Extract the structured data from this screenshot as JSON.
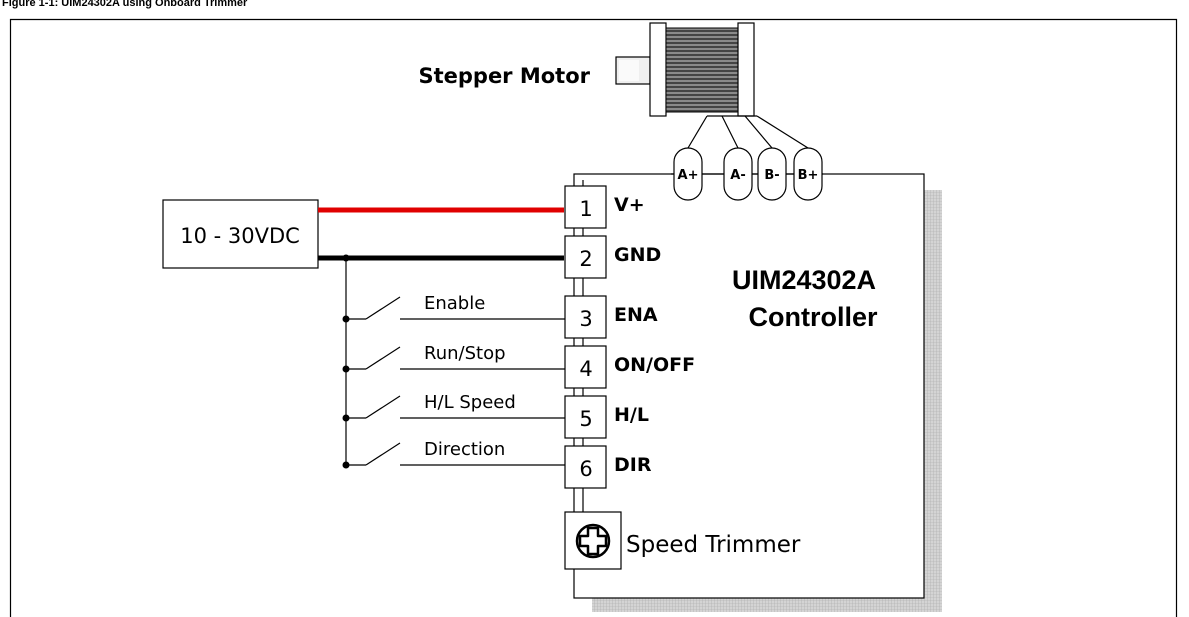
{
  "figure": {
    "caption": "Figure 1-1: UIM24302A using Onboard Trimmer"
  },
  "motor": {
    "label": "Stepper Motor",
    "phases": [
      "A+",
      "A-",
      "B-",
      "B+"
    ]
  },
  "supply": {
    "label": "10 - 30VDC"
  },
  "controller": {
    "name_line1": "UIM24302A",
    "name_line2": "Controller",
    "trimmer_label": "Speed Trimmer"
  },
  "terminals": [
    {
      "number": "1",
      "label": "V+"
    },
    {
      "number": "2",
      "label": "GND"
    },
    {
      "number": "3",
      "label": "ENA"
    },
    {
      "number": "4",
      "label": "ON/OFF"
    },
    {
      "number": "5",
      "label": "H/L"
    },
    {
      "number": "6",
      "label": "DIR"
    }
  ],
  "switches": [
    {
      "label": "Enable"
    },
    {
      "label": "Run/Stop"
    },
    {
      "label": "H/L Speed"
    },
    {
      "label": "Direction"
    }
  ],
  "colors": {
    "positive_wire": "#e00000",
    "ground_wire": "#000000",
    "shadow": "#c8c8c8",
    "coil": "#555555"
  }
}
